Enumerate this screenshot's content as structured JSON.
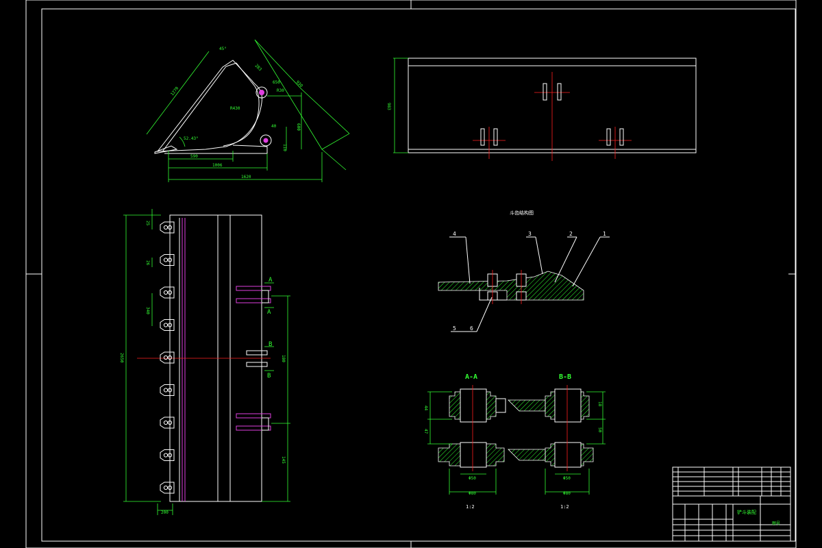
{
  "colors": {
    "background": "#000000",
    "outline": "#ffffff",
    "dimension": "#33ff33",
    "centerline": "#ff2020",
    "hidden": "#e040e0"
  },
  "side_view": {
    "angles": [
      "45°",
      "52.43°"
    ],
    "dims": [
      "1270",
      "283",
      "650",
      "930",
      "R30",
      "R430",
      "40",
      "600",
      "110",
      "590",
      "1006",
      "1620"
    ]
  },
  "top_view": {
    "height_dim": "983"
  },
  "front_view": {
    "dims": [
      "25",
      "26",
      "340",
      "2650",
      "180",
      "145",
      "200"
    ],
    "sections": [
      "A",
      "A",
      "B",
      "B"
    ]
  },
  "tooth_detail": {
    "title": "斗齿结构图",
    "part_numbers": [
      "4",
      "3",
      "2",
      "1",
      "5",
      "6"
    ]
  },
  "sections": {
    "aa": {
      "title": "A-A",
      "dims": [
        "44",
        "47",
        "Φ50",
        "Φ80"
      ],
      "scale": "1:2"
    },
    "bb": {
      "title": "B-B",
      "dims": [
        "18",
        "50",
        "Φ50",
        "Φ80"
      ],
      "scale": "1:2"
    }
  },
  "title_block": {
    "drawing_name": "铲斗装配",
    "sheet": "图号"
  }
}
